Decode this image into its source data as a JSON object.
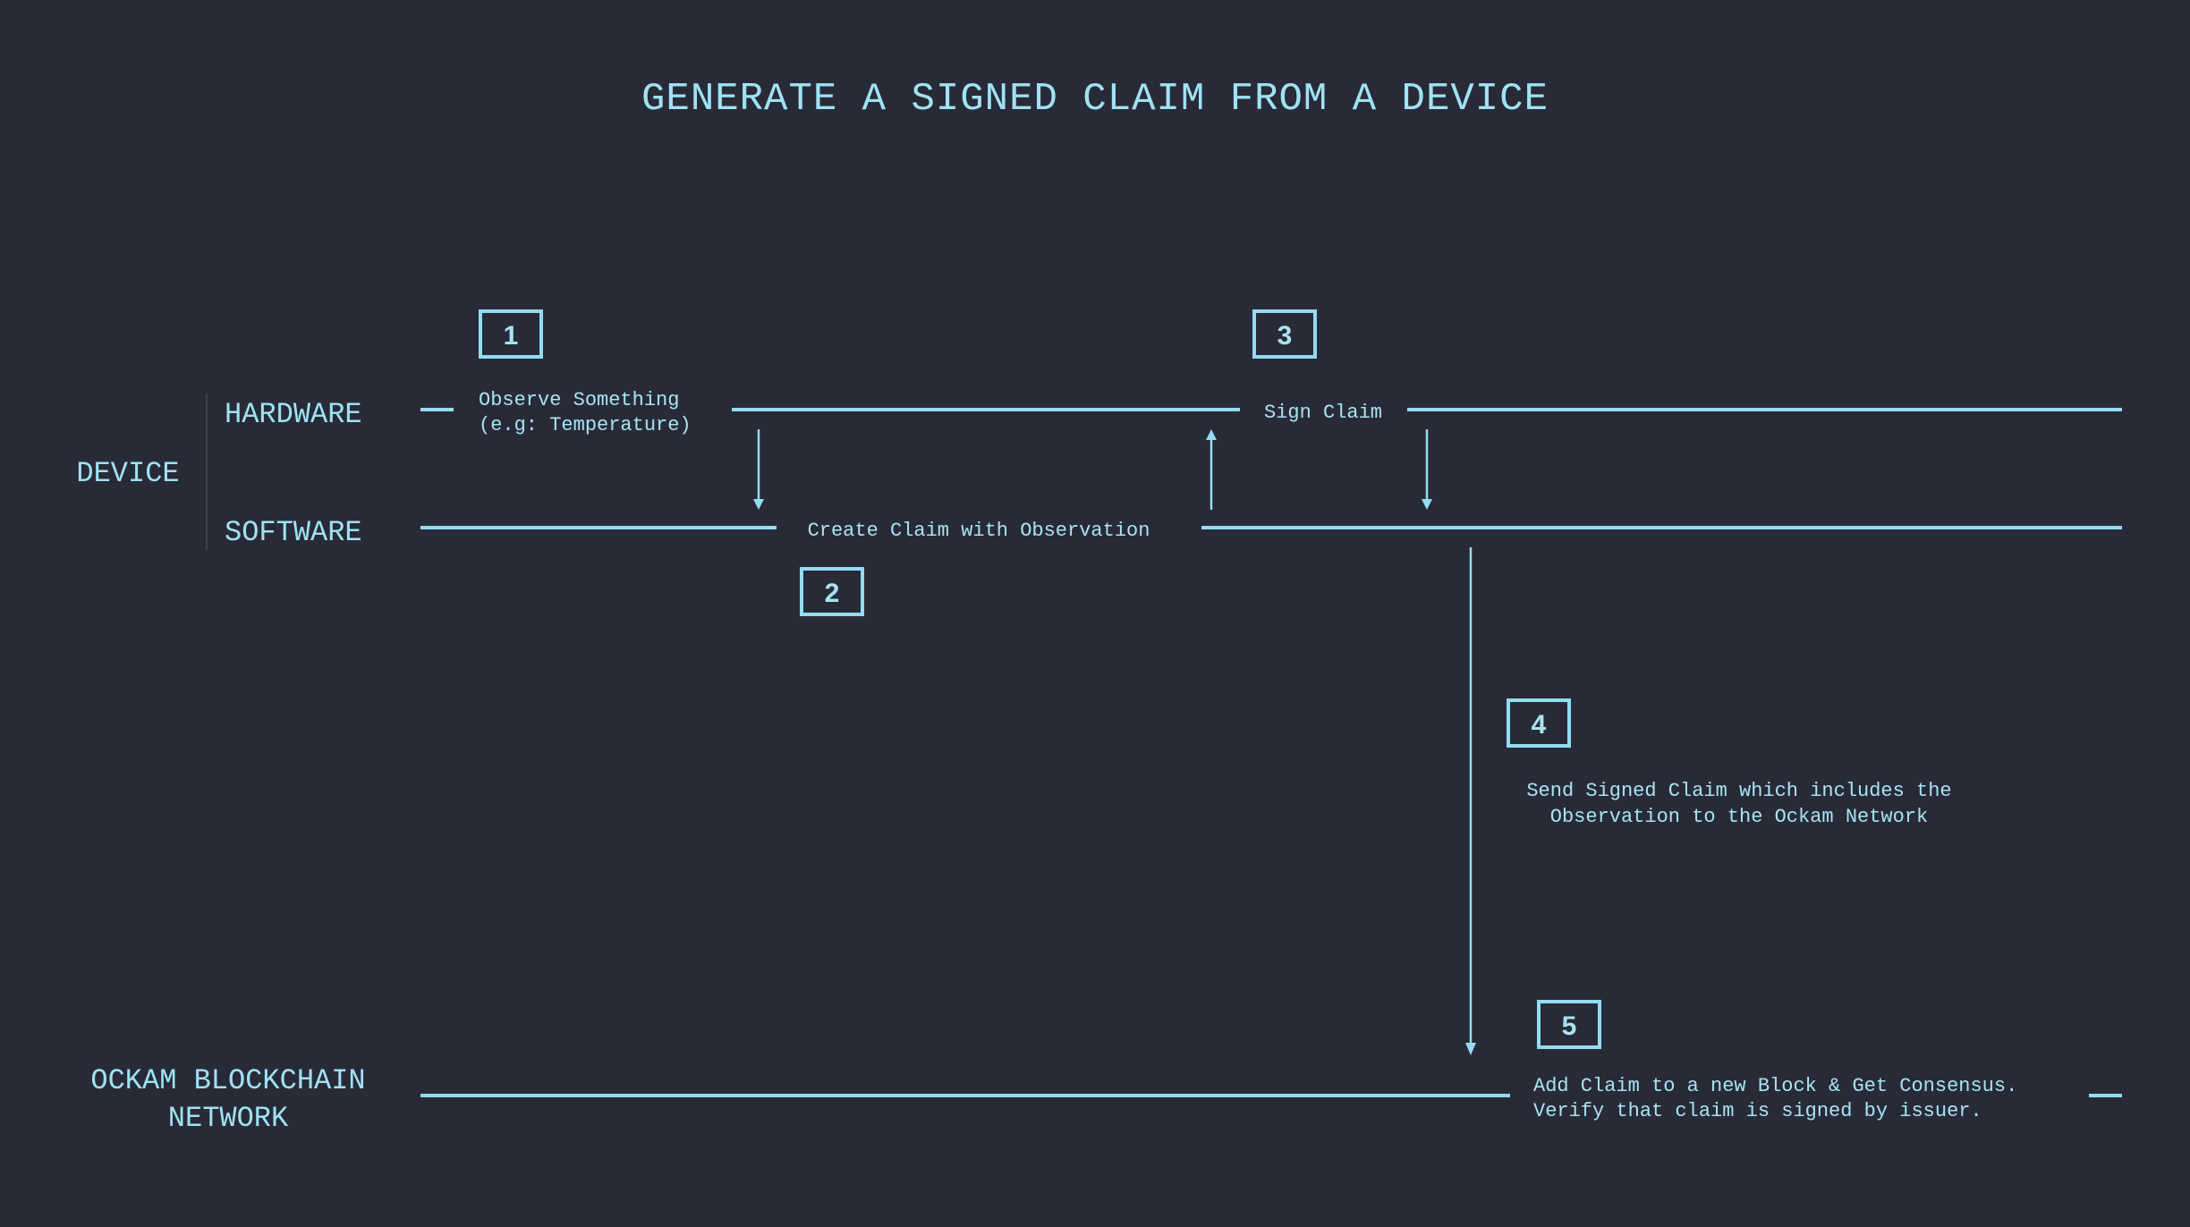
{
  "title": "GENERATE A SIGNED CLAIM FROM A DEVICE",
  "lanes": {
    "device": "DEVICE",
    "hardware": "HARDWARE",
    "software": "SOFTWARE",
    "network_line1": "OCKAM BLOCKCHAIN",
    "network_line2": "NETWORK"
  },
  "steps": [
    {
      "number": "1",
      "lines": [
        "Observe Something",
        "(e.g: Temperature)"
      ]
    },
    {
      "number": "2",
      "lines": [
        "Create Claim with Observation"
      ]
    },
    {
      "number": "3",
      "lines": [
        "Sign Claim"
      ]
    },
    {
      "number": "4",
      "lines": [
        "Send Signed Claim which includes the",
        "Observation to the Ockam Network"
      ]
    },
    {
      "number": "5",
      "lines": [
        "Add Claim to a new Block & Get Consensus.",
        "Verify that claim is signed by issuer."
      ]
    }
  ],
  "colors": {
    "background": "#282b37",
    "accent": "#93dcf1",
    "text": "#9fe2f3"
  }
}
